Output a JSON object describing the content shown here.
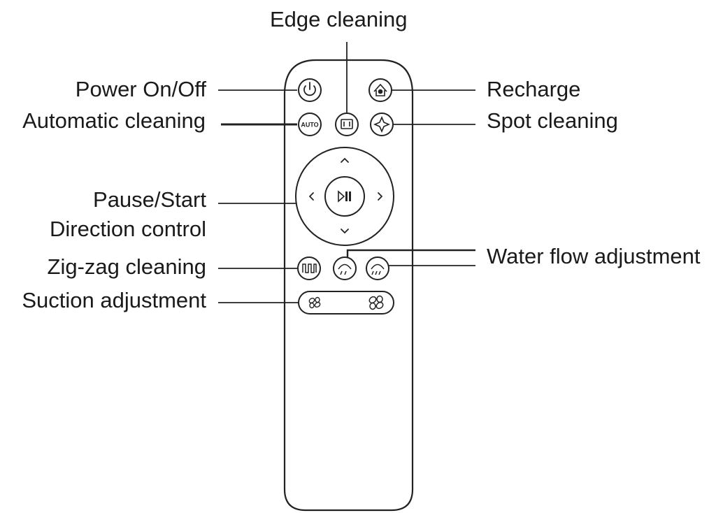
{
  "labels": {
    "edge_cleaning": "Edge cleaning",
    "power": "Power On/Off",
    "recharge": "Recharge",
    "auto_cleaning": "Automatic cleaning",
    "spot_cleaning": "Spot cleaning",
    "pause_start": "Pause/Start",
    "direction_control": "Direction control",
    "water_flow": "Water flow adjustment",
    "zigzag": "Zig-zag cleaning",
    "suction": "Suction adjustment"
  },
  "buttons": {
    "auto_text": "AUTO"
  }
}
